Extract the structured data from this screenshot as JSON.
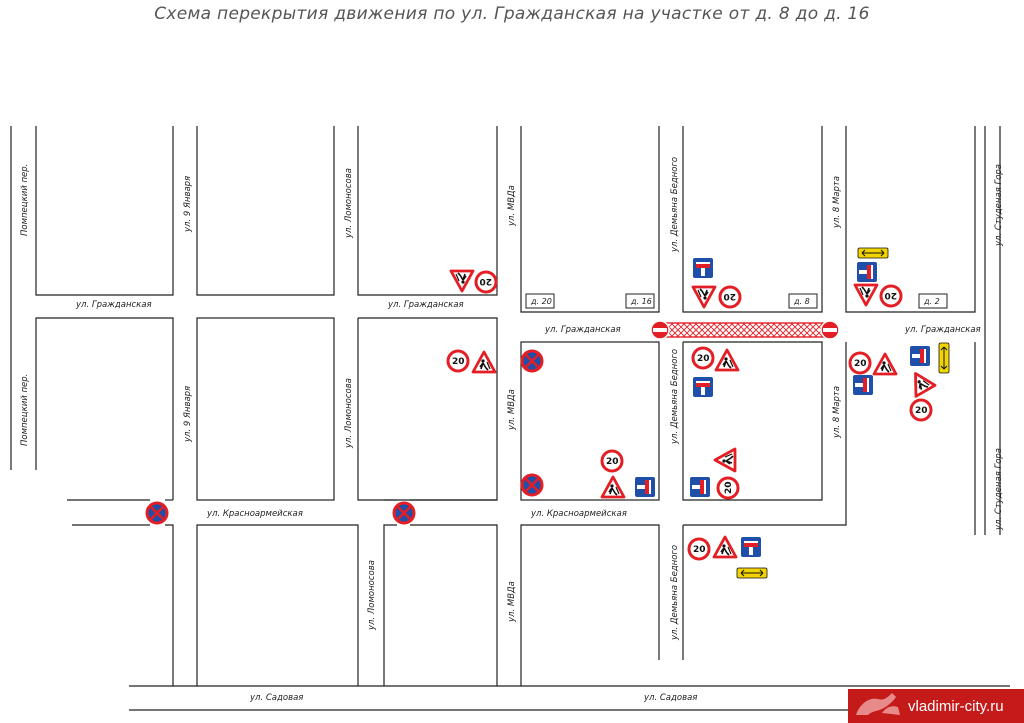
{
  "title": "Схема перекрытия движения по ул. Гражданская на участке от д. 8 до д. 16",
  "streets": {
    "grazhdanskaya": "ул. Гражданская",
    "krasnoarmeyskaya": "ул. Красноармейская",
    "sadovaya": "ул. Садовая",
    "pomyaetsky": "Помпецкий пер.",
    "yanvarya9": "ул. 9 Января",
    "lomonosova": "ул. Ломоносова",
    "mvda": "ул. МВДа",
    "bednogo": "ул. Демьяна Бедного",
    "marta8": "ул. 8 Марта",
    "studenaya": "ул. Студеная Гора"
  },
  "houses": {
    "h20": "д. 20",
    "h16": "д. 16",
    "h8": "д. 8",
    "h2": "д. 2"
  },
  "speed_limit": "20",
  "colors": {
    "sign_red": "#e31e24",
    "sign_blue": "#1f4fa8",
    "sign_yellow": "#f2d400",
    "closure_hatch": "#e31e24"
  },
  "watermark": {
    "text": "vladimir-city.ru"
  }
}
